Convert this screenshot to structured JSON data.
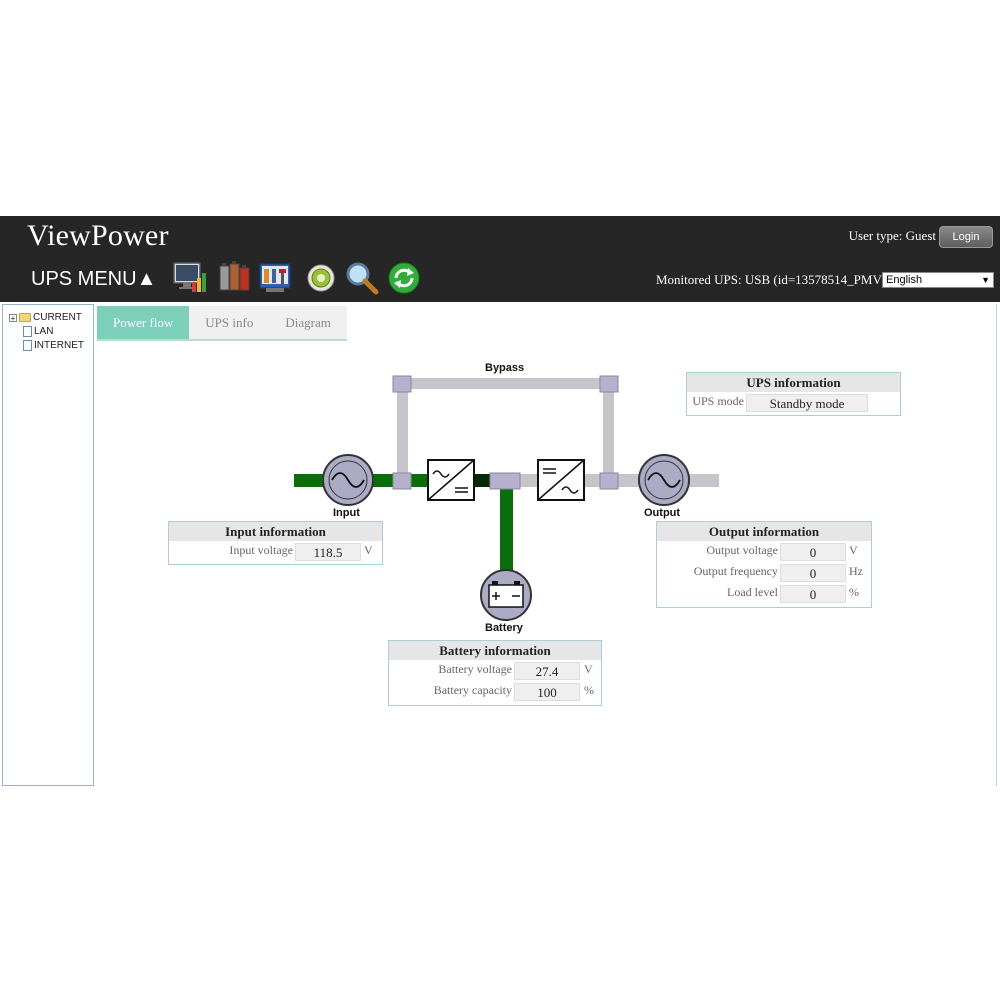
{
  "header": {
    "title": "ViewPower",
    "menu_label": "UPS MENU▲",
    "user_type": "User type: Guest",
    "login_label": "Login",
    "monitored": "Monitored UPS: USB (id=13578514_PMV)",
    "language": "English"
  },
  "toolbar": {
    "icons": [
      "monitor-chart-icon",
      "battery-stack-icon",
      "tools-icon",
      "gear-icon",
      "search-icon",
      "refresh-icon"
    ]
  },
  "tree": {
    "items": [
      "CURRENT",
      "LAN",
      "INTERNET"
    ]
  },
  "tabs": [
    "Power flow",
    "UPS info",
    "Diagram"
  ],
  "flow": {
    "bypass": "Bypass",
    "input": "Input",
    "output": "Output",
    "battery": "Battery",
    "colors": {
      "active": "#0a6e0a",
      "inactive": "#c8c4cc"
    }
  },
  "ups_info": {
    "title": "UPS information",
    "mode_label": "UPS mode",
    "mode_value": "Standby mode"
  },
  "input_info": {
    "title": "Input information",
    "voltage_label": "Input voltage",
    "voltage_value": "118.5",
    "voltage_unit": "V"
  },
  "output_info": {
    "title": "Output information",
    "voltage_label": "Output voltage",
    "voltage_value": "0",
    "voltage_unit": "V",
    "frequency_label": "Output frequency",
    "frequency_value": "0",
    "frequency_unit": "Hz",
    "load_label": "Load level",
    "load_value": "0",
    "load_unit": "%"
  },
  "battery_info": {
    "title": "Battery information",
    "voltage_label": "Battery voltage",
    "voltage_value": "27.4",
    "voltage_unit": "V",
    "capacity_label": "Battery capacity",
    "capacity_value": "100",
    "capacity_unit": "%"
  }
}
